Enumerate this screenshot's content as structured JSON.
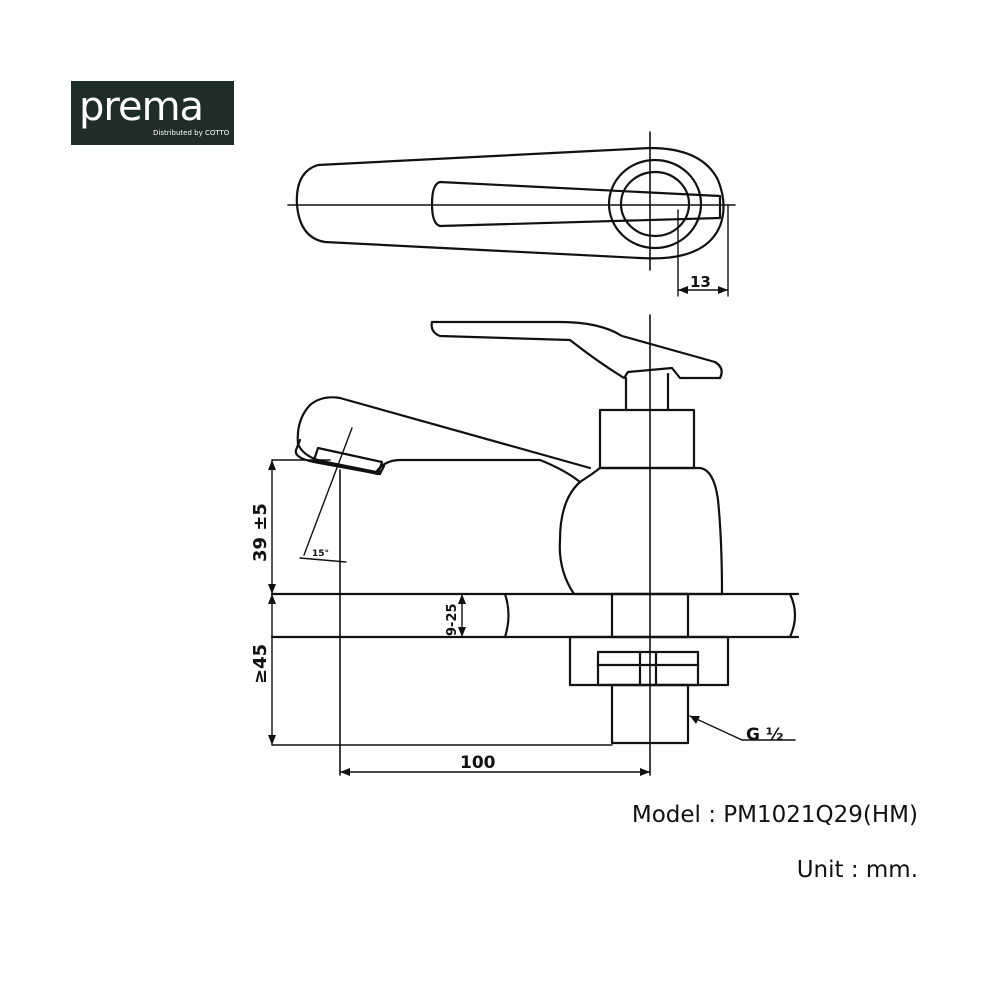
{
  "logo": {
    "brand": "prema",
    "tagline": "Distributed by COTTO"
  },
  "dimensions": {
    "handle_offset": "13",
    "spout_height": "39 ±5",
    "spout_angle": "15°",
    "counter_thickness": "9-25",
    "shank_length": "≥45",
    "thread": "G ½",
    "reach": "100"
  },
  "caption": {
    "model": "Model : PM1021Q29(HM)",
    "unit": "Unit : mm."
  }
}
